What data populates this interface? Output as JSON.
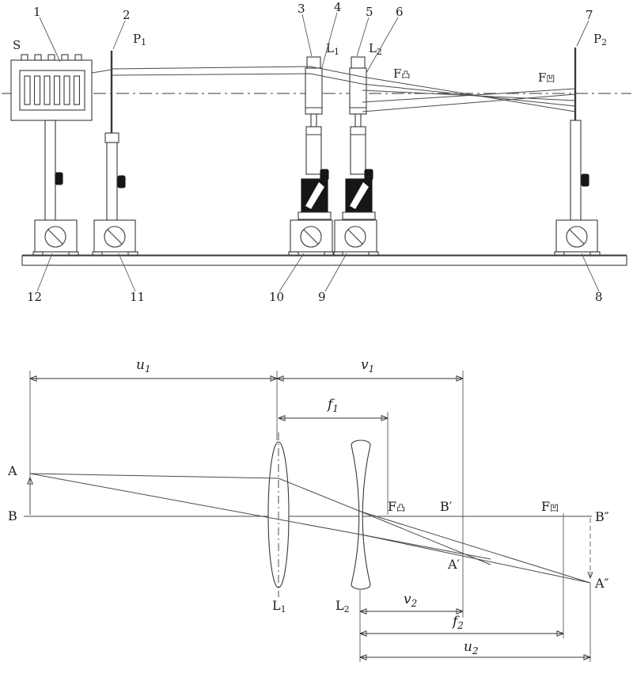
{
  "colors": {
    "ink": "#3a3a3a",
    "ray": "#4a4a4a",
    "dark_fill": "#161616",
    "background": "#ffffff"
  },
  "apparatus": {
    "source_label": "S",
    "screen1": {
      "main": "P",
      "sub": "1"
    },
    "screen2": {
      "main": "P",
      "sub": "2"
    },
    "lens1": {
      "main": "L",
      "sub": "1"
    },
    "lens2": {
      "main": "L",
      "sub": "2"
    },
    "focus_convex": {
      "main": "F",
      "glyph": "凸"
    },
    "focus_concave": {
      "main": "F",
      "glyph": "凹"
    },
    "callouts": {
      "c1": "1",
      "c2": "2",
      "c3": "3",
      "c4": "4",
      "c5": "5",
      "c6": "6",
      "c7": "7",
      "c8": "8",
      "c9": "9",
      "c10": "10",
      "c11": "11",
      "c12": "12"
    }
  },
  "ray_diagram": {
    "points": {
      "A": "A",
      "B": "B",
      "A_prime": "A′",
      "B_prime": "B′",
      "A_dprime": "A″",
      "B_dprime": "B″"
    },
    "lenses": {
      "L1": {
        "main": "L",
        "sub": "1"
      },
      "L2": {
        "main": "L",
        "sub": "2"
      }
    },
    "foci": {
      "convex": {
        "main": "F",
        "glyph": "凸"
      },
      "concave": {
        "main": "F",
        "glyph": "凹"
      }
    },
    "dimensions": {
      "u1": {
        "main": "u",
        "sub": "1"
      },
      "v1": {
        "main": "v",
        "sub": "1"
      },
      "f1": {
        "main": "f",
        "sub": "1"
      },
      "v2": {
        "main": "v",
        "sub": "2"
      },
      "f2": {
        "main": "f",
        "sub": "2"
      },
      "u2": {
        "main": "u",
        "sub": "2"
      }
    }
  }
}
